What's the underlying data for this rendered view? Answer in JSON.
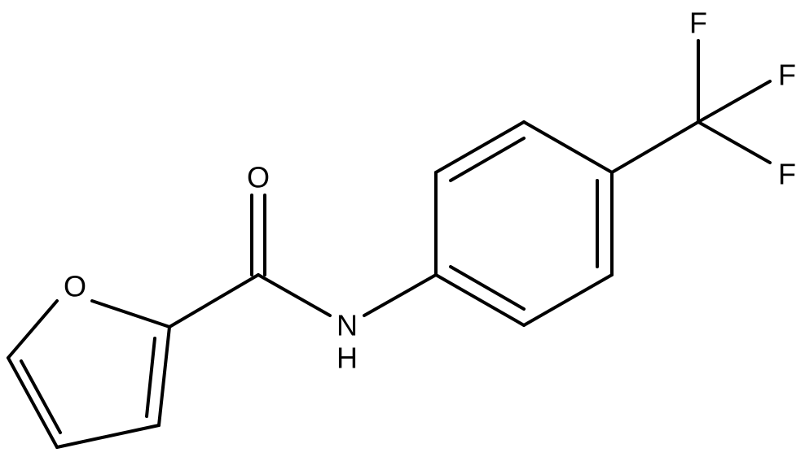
{
  "molecule": {
    "atoms": {
      "carbonyl_oxygen": "O",
      "furan_oxygen": "O",
      "amide_nitrogen": "N",
      "amide_hydrogen": "H",
      "fluorine_top": "F",
      "fluorine_right_upper": "F",
      "fluorine_right_lower": "F"
    }
  }
}
